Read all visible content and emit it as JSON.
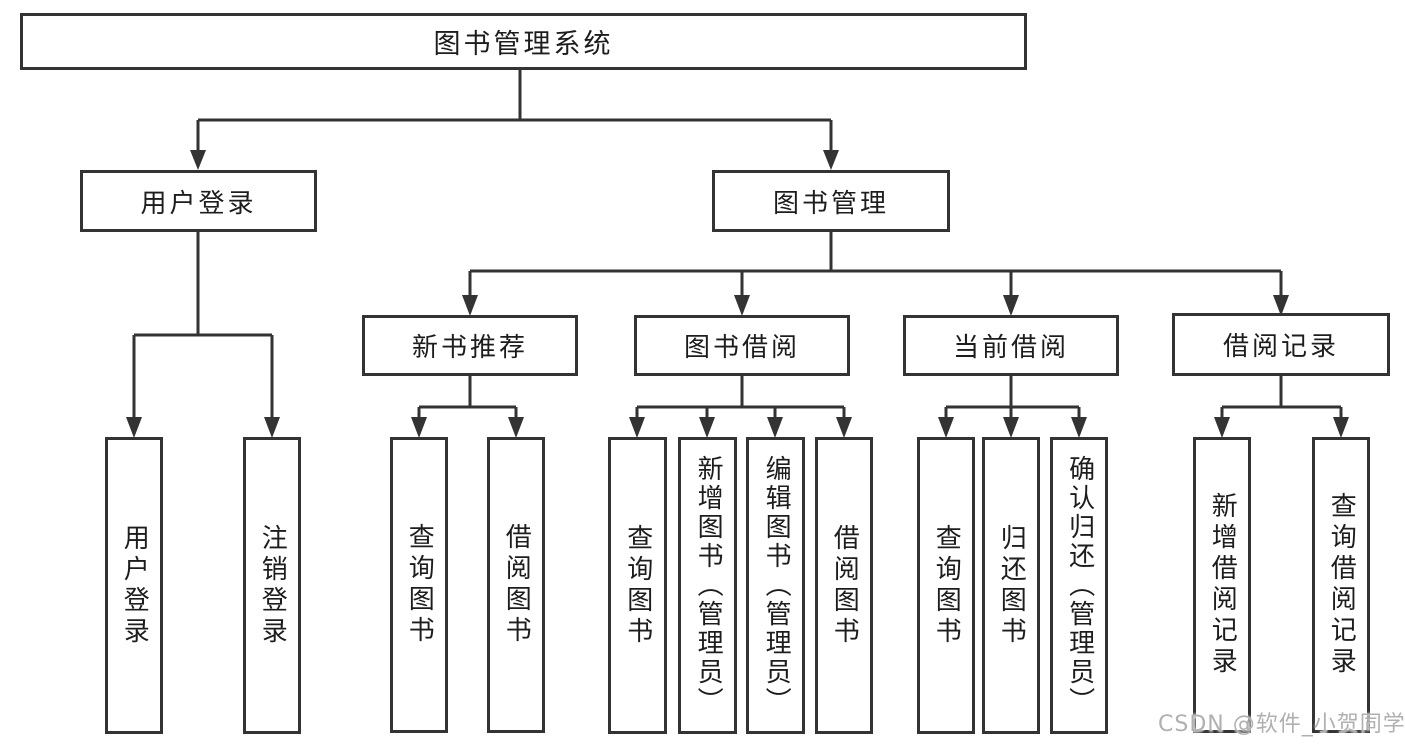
{
  "diagram_type": "hierarchy-tree",
  "colors": {
    "background": "#ffffff",
    "line": "#333333",
    "box_border": "#333333",
    "text": "#1d1d1d",
    "watermark": "#b0b0b0"
  },
  "tree": {
    "label": "图书管理系统",
    "children": [
      {
        "label": "用户登录",
        "children": [
          {
            "label": "用户登录"
          },
          {
            "label": "注销登录"
          }
        ]
      },
      {
        "label": "图书管理",
        "children": [
          {
            "label": "新书推荐",
            "children": [
              {
                "label": "查询图书"
              },
              {
                "label": "借阅图书"
              }
            ]
          },
          {
            "label": "图书借阅",
            "children": [
              {
                "label": "查询图书"
              },
              {
                "label": "新增图书（管理员）"
              },
              {
                "label": "编辑图书（管理员）"
              },
              {
                "label": "借阅图书"
              }
            ]
          },
          {
            "label": "当前借阅",
            "children": [
              {
                "label": "查询图书"
              },
              {
                "label": "归还图书"
              },
              {
                "label": "确认归还（管理员）"
              }
            ]
          },
          {
            "label": "借阅记录",
            "children": [
              {
                "label": "新增借阅记录"
              },
              {
                "label": "查询借阅记录"
              }
            ]
          }
        ]
      }
    ]
  },
  "watermark": "CSDN @软件_小贺同学"
}
